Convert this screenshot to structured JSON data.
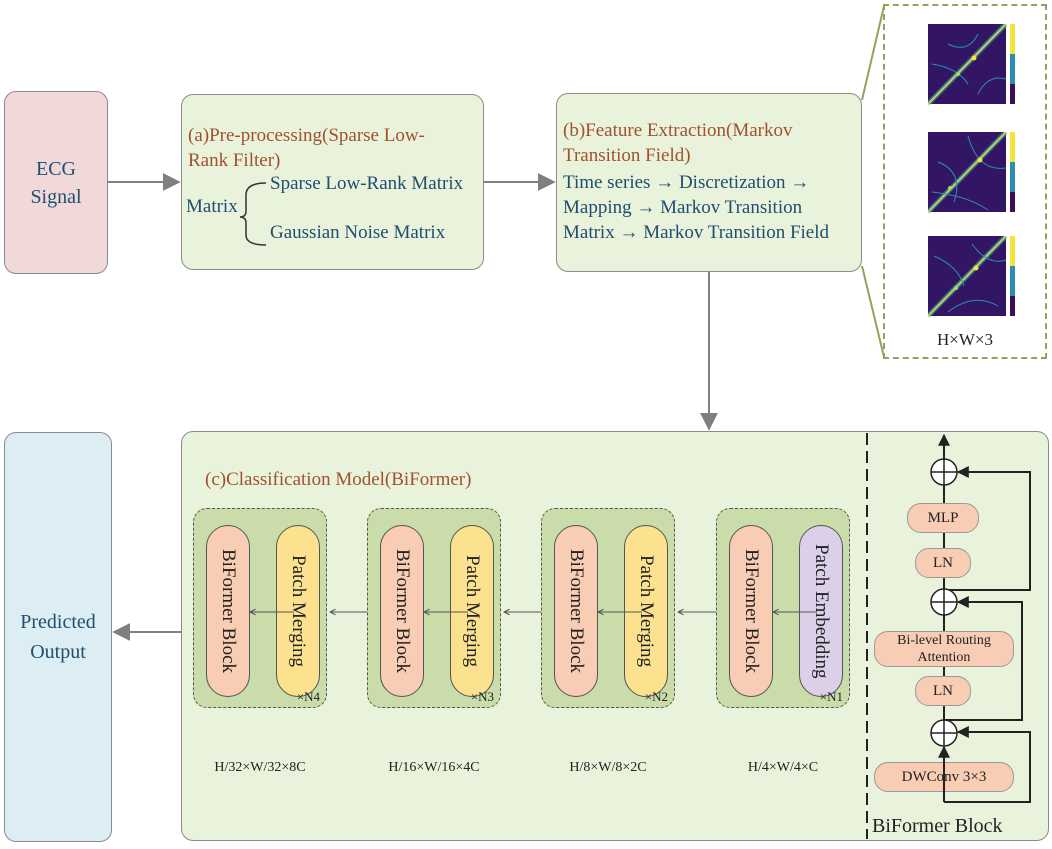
{
  "ecg": {
    "line1": "ECG",
    "line2": "Signal"
  },
  "preprocessing": {
    "title_line1": "(a)Pre-processing(Sparse Low-",
    "title_line2": "Rank Filter)",
    "matrix": "Matrix",
    "branch1": "Sparse Low-Rank Matrix",
    "branch2": "Gaussian Noise Matrix"
  },
  "feature": {
    "title_line1": "(b)Feature Extraction(Markov",
    "title_line2": "Transition Field)",
    "line1": "Time series → Discretization →",
    "line2": "Mapping → Markov Transition",
    "line3": "Matrix → Markov Transition Field"
  },
  "zoom_label": "H×W×3",
  "predicted": {
    "line1": "Predicted",
    "line2": "Output"
  },
  "model": {
    "title": "(c)Classification Model(BiFormer)",
    "stages": [
      {
        "left": "BiFormer Block",
        "right": "Patch Merging",
        "mult": "×N4",
        "dim": "H/32×W/32×8C"
      },
      {
        "left": "BiFormer Block",
        "right": "Patch Merging",
        "mult": "×N3",
        "dim": "H/16×W/16×4C"
      },
      {
        "left": "BiFormer Block",
        "right": "Patch Merging",
        "mult": "×N2",
        "dim": "H/8×W/8×2C"
      },
      {
        "left": "BiFormer Block",
        "right": "Patch Embedding",
        "mult": "×N1",
        "dim": "H/4×W/4×C"
      }
    ]
  },
  "block": {
    "title": "BiFormer Block",
    "mlp": "MLP",
    "ln1": "LN",
    "attn_line1": "Bi-level Routing",
    "attn_line2": "Attention",
    "ln2": "LN",
    "dwconv": "DWConv 3×3"
  },
  "colors": {
    "box_green": "#e9f2da",
    "stage_green": "#c9dcaa",
    "block_orange": "#f8cdb4",
    "merge_yellow": "#fce28e",
    "embed_purple": "#dcd0e8",
    "ecg_pink": "#f2d9d9",
    "output_blue": "#dcedf4",
    "title_brown": "#a0522d",
    "text_blue": "#1f4e6f"
  }
}
